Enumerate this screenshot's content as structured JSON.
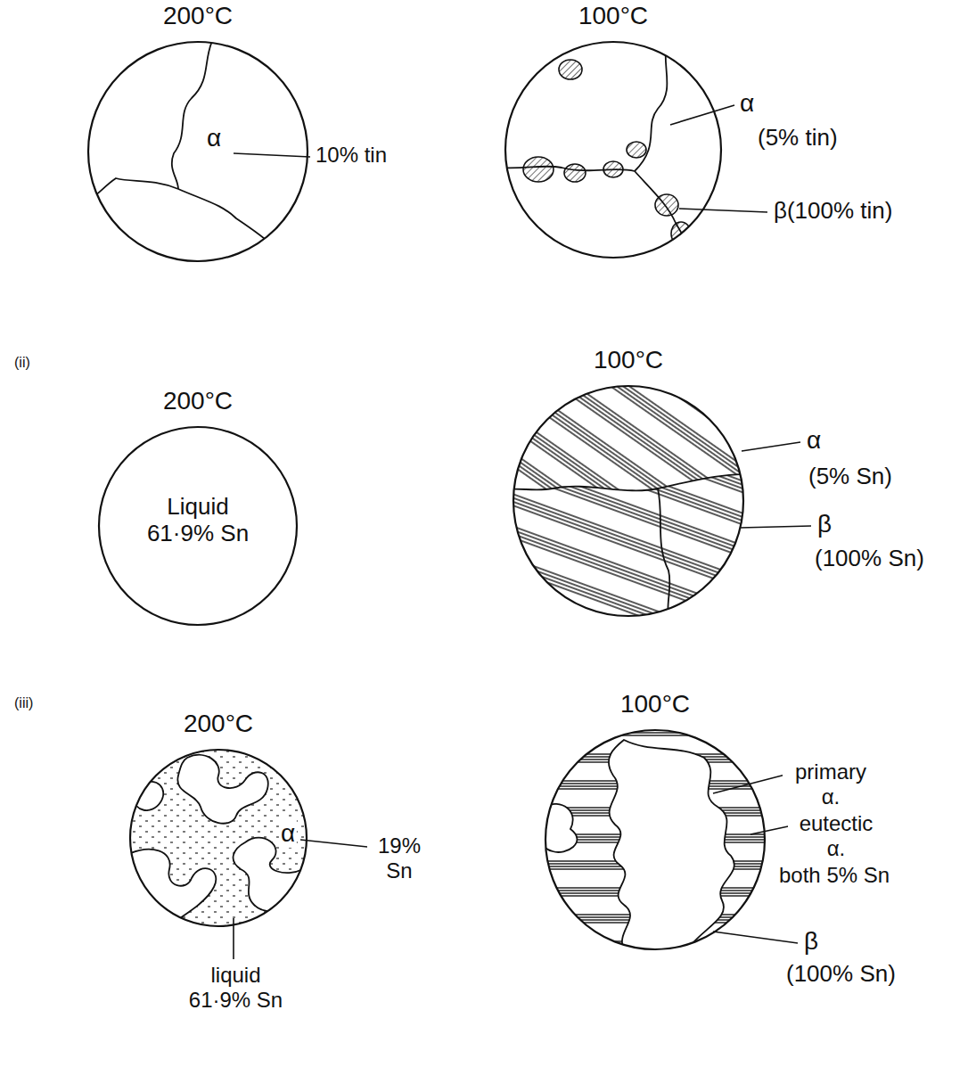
{
  "diagram": {
    "nodes": [
      {
        "text": [
          "200°C",
          "α"
        ]
      },
      {
        "text": [
          "100°C"
        ]
      },
      {
        "text": [
          "200°C",
          "Liquid 61·9% Sn"
        ]
      },
      {
        "text": [
          "100°C"
        ]
      },
      {
        "text": [
          "200°C",
          "α"
        ]
      },
      {
        "text": [
          "100°C"
        ]
      }
    ],
    "labels": [
      "10% tin",
      "α",
      "(5% tin)",
      "β(100% tin)",
      "(ii)",
      "α",
      "(5% Sn)",
      "β",
      "(100% Sn)",
      "(iii)",
      "19% Sn",
      "liquid 61·9% Sn",
      "primary α.",
      "eutectic α.",
      "both 5% Sn",
      "β",
      "(100% Sn)"
    ]
  }
}
